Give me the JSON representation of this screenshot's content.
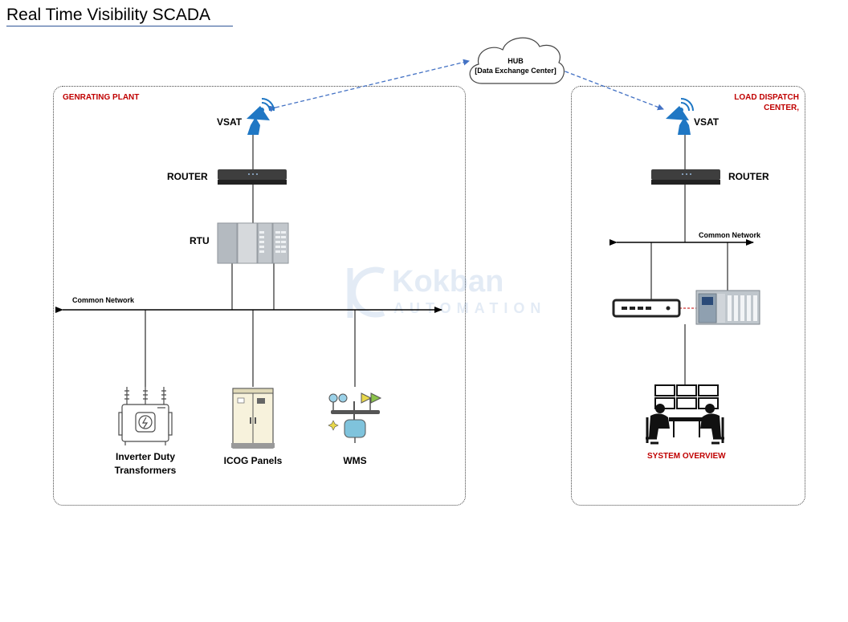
{
  "title": "Real Time Visibility SCADA",
  "hub": {
    "line1": "HUB",
    "line2": "[Data Exchange Center]"
  },
  "plant": {
    "zone_label": "GENRATING PLANT",
    "vsat": "VSAT",
    "router": "ROUTER",
    "rtu": "RTU",
    "network": "Common Network",
    "devices": [
      {
        "line1": "Inverter Duty",
        "line2": "Transformers"
      },
      {
        "line1": "ICOG Panels",
        "line2": ""
      },
      {
        "line1": "WMS",
        "line2": ""
      }
    ]
  },
  "dispatch": {
    "zone_label_1": "LOAD DISPATCH",
    "zone_label_2": "CENTER,",
    "vsat": "VSAT",
    "router": "ROUTER",
    "network": "Common Network",
    "overview": "SYSTEM OVERVIEW"
  },
  "watermark": {
    "brand": "Kokban",
    "sub": "AUTOMATION"
  },
  "colors": {
    "accent_red": "#c00000",
    "link_blue": "#4472c4",
    "device_blue": "#1f77c4"
  }
}
